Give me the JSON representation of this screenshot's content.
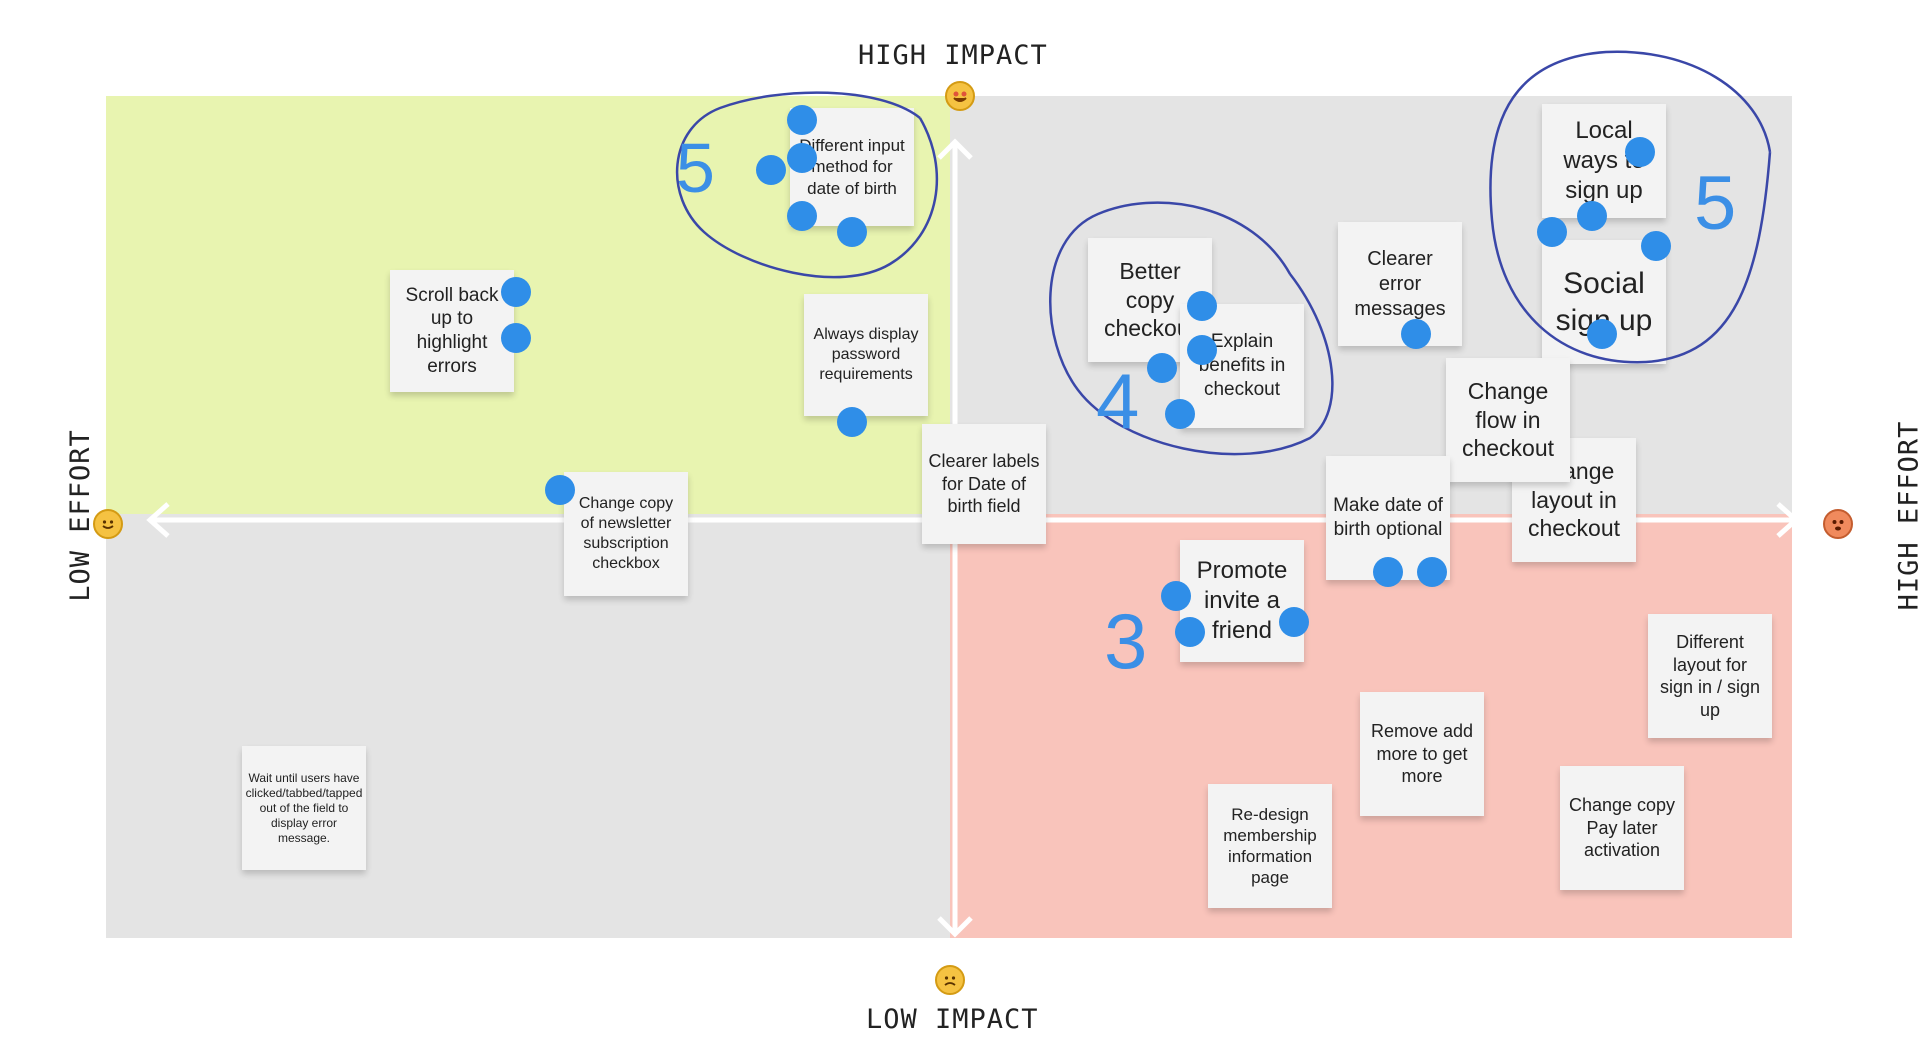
{
  "axes": {
    "top": "HIGH IMPACT",
    "bottom": "LOW IMPACT",
    "left": "LOW EFFORT",
    "right": "HIGH EFFORT"
  },
  "emojis": {
    "top": "star-struck-face-icon",
    "bottom": "frowning-face-icon",
    "left": "smiling-face-icon",
    "right": "flushed-face-icon"
  },
  "colors": {
    "quadrant_high_impact_low_effort": "#e8f4b0",
    "quadrant_neutral": "#e4e4e4",
    "quadrant_low_impact_high_effort": "#f9c4bb",
    "dot": "#2f8ee8",
    "vote_number": "#3b8fe6",
    "circle_stroke": "#3a47a8"
  },
  "notes": {
    "different_input": "Different input method for date of birth",
    "scroll_back": "Scroll back up to highlight errors",
    "always_display": "Always display password requirements",
    "change_copy_newsletter": "Change copy of newsletter subscription checkbox",
    "clearer_labels": "Clearer labels for Date of birth field",
    "wait_until": "Wait until users have clicked/tabbed/tapped out of the field to display error message.",
    "better_copy": "Better copy checkout",
    "explain_benefits": "Explain benefits in checkout",
    "clearer_error": "Clearer error messages",
    "local_ways": "Local ways to sign up",
    "social_sign_up": "Social sign up",
    "change_flow": "Change flow in checkout",
    "change_layout": "Change layout in checkout",
    "make_date": "Make date of birth optional",
    "promote_invite": "Promote invite a friend",
    "different_layout": "Different layout for sign in / sign up",
    "remove_add_more": "Remove add more to get more",
    "redesign_membership": "Re-design membership information page",
    "change_copy_pay": "Change copy Pay later activation"
  },
  "votes": {
    "group_input": "5",
    "group_checkout": "4",
    "group_invite": "3",
    "group_signup": "5"
  }
}
